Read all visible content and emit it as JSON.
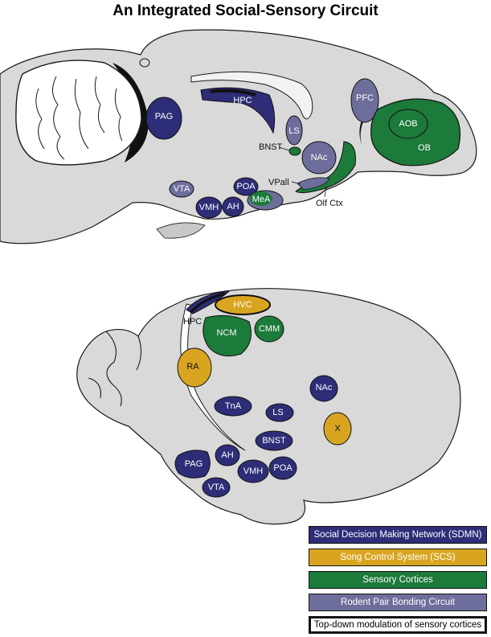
{
  "title": "An Integrated Social-Sensory Circuit",
  "colors": {
    "sdmn": "#2e2d78",
    "scs": "#d9a521",
    "sensory": "#1c7a3a",
    "pairbond": "#6e6e9c",
    "brain_fill": "#d9d9d9",
    "cerebellum_fill": "#ffffff",
    "outline": "#1a1a1a"
  },
  "rodent": {
    "regions": {
      "pag": "PAG",
      "hpc": "HPC",
      "pfc": "PFC",
      "aob": "AOB",
      "ob": "OB",
      "ls": "LS",
      "nac": "NAc",
      "vta": "VTA",
      "poa": "POA",
      "vmh": "VMH",
      "ah": "AH",
      "mea": "MeA"
    },
    "outside_labels": {
      "bnst": "BNST",
      "vpall": "VPall",
      "olf_ctx": "Olf Ctx"
    }
  },
  "bird": {
    "regions": {
      "hvc": "HVC",
      "ncm": "NCM",
      "cmm": "CMM",
      "ra": "RA",
      "nac": "NAc",
      "tna": "TnA",
      "ls": "LS",
      "x": "X",
      "bnst": "BNST",
      "ah": "AH",
      "pag": "PAG",
      "vmh": "VMH",
      "poa": "POA",
      "vta": "VTA"
    },
    "outside_labels": {
      "hpc": "HPC"
    }
  },
  "legend": {
    "sdmn": "Social Decision Making Network (SDMN)",
    "scs": "Song Control System (SCS)",
    "sensory": "Sensory Cortices",
    "pairbond": "Rodent Pair Bonding Circuit",
    "topdown": "Top-down modulation of sensory cortices"
  }
}
